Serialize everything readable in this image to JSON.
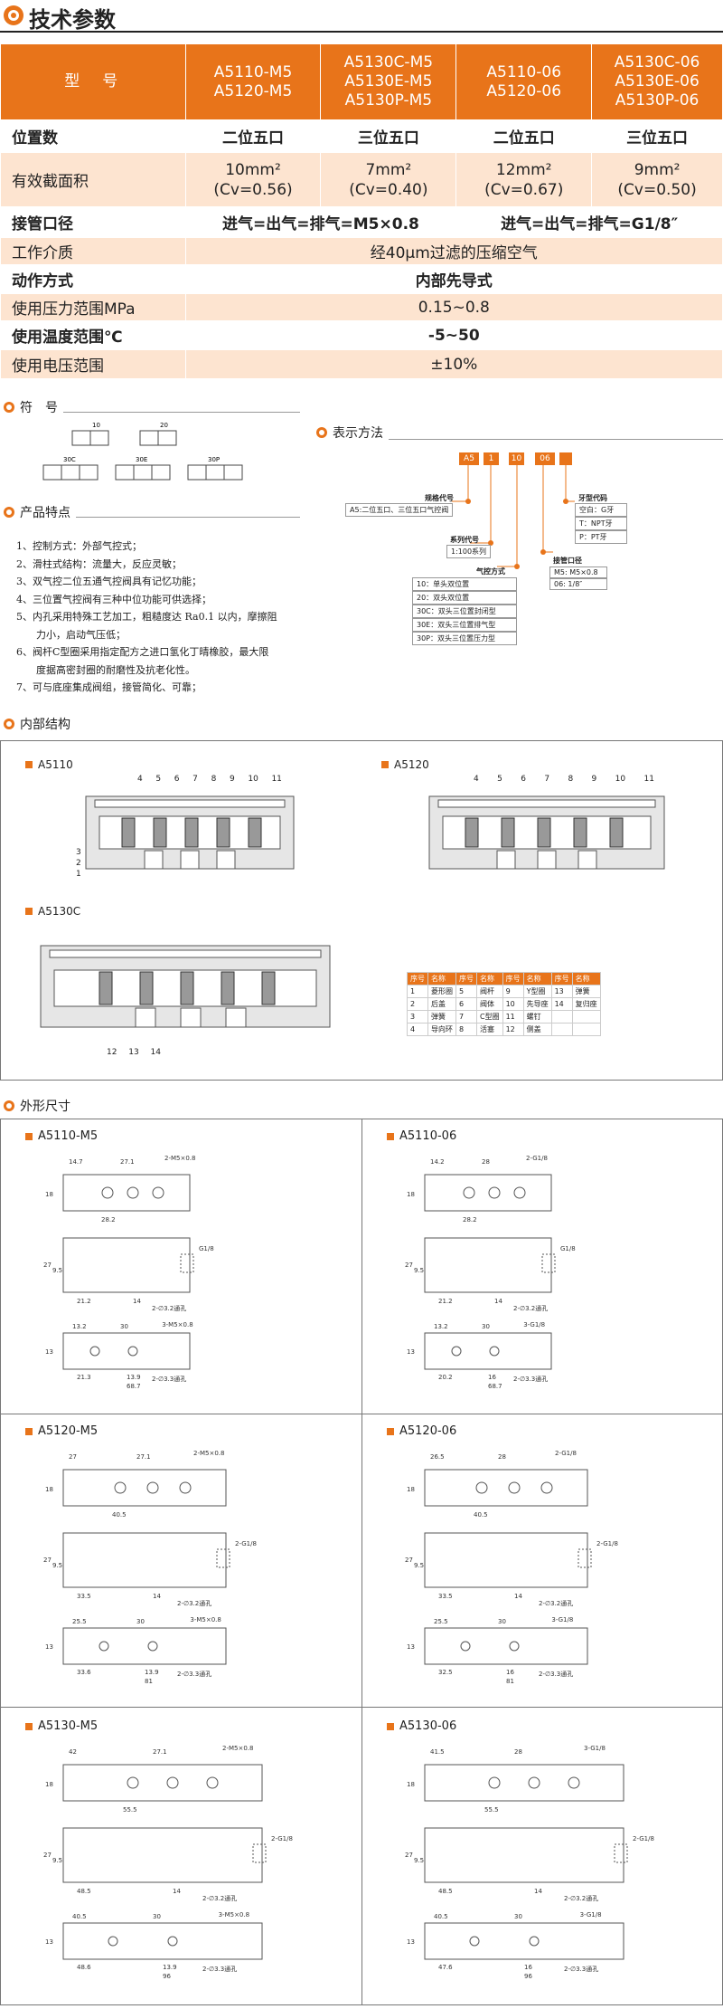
{
  "title": "技术参数",
  "colors": {
    "accent": "#e8741a",
    "light": "#fde4d0"
  },
  "spec": {
    "header": [
      "型　号",
      "A5110-M5\nA5120-M5",
      "A5130C-M5\nA5130E-M5\nA5130P-M5",
      "A5110-06\nA5120-06",
      "A5130C-06\nA5130E-06\nA5130P-06"
    ],
    "position": {
      "label": "位置数",
      "vals": [
        "二位五口",
        "三位五口",
        "二位五口",
        "三位五口"
      ]
    },
    "area": {
      "label": "有效截面积",
      "vals": [
        "10mm²\n(Cv=0.56)",
        "7mm²\n(Cv=0.40)",
        "12mm²\n(Cv=0.67)",
        "9mm²\n(Cv=0.50)"
      ]
    },
    "port": {
      "label": "接管口径",
      "vals": [
        "进气=出气=排气=M5×0.8",
        "进气=出气=排气=G1/8″"
      ]
    },
    "medium": {
      "label": "工作介质",
      "val": "经40μm过滤的压缩空气"
    },
    "action": {
      "label": "动作方式",
      "val": "内部先导式"
    },
    "pressure": {
      "label": "使用压力范围MPa",
      "val": "0.15~0.8"
    },
    "temp": {
      "label": "使用温度范围℃",
      "val": "-5~50"
    },
    "voltage": {
      "label": "使用电压范围",
      "val": "±10%"
    }
  },
  "symbol": {
    "title": "符　号",
    "labels": [
      "10",
      "20",
      "30C",
      "30E",
      "30P"
    ]
  },
  "notation": {
    "title": "表示方法",
    "codes": [
      "A5",
      "1",
      "10",
      "06"
    ],
    "items": [
      {
        "head": "规格代号",
        "body": "A5:二位五口、三位五口气控阀"
      },
      {
        "head": "系列代号",
        "body": "1:100系列"
      },
      {
        "head": "气控方式",
        "body": [
          "10：单头双位置",
          "20：双头双位置",
          "30C：双头三位置封闭型",
          "30E：双头三位置排气型",
          "30P：双头三位置压力型"
        ]
      },
      {
        "head": "接管口径",
        "body": [
          "M5: M5×0.8",
          "06: 1/8″"
        ]
      },
      {
        "head": "牙型代码",
        "body": [
          "空白：G牙",
          "T：NPT牙",
          "P：PT牙"
        ]
      }
    ]
  },
  "features": {
    "title": "产品特点",
    "items": [
      "1、控制方式：外部气控式；",
      "2、滑柱式结构：流量大，反应灵敏；",
      "3、双气控二位五通气控阀具有记忆功能；",
      "4、三位置气控阀有三种中位功能可供选择；",
      "5、内孔采用特殊工艺加工，粗糙度达 Ra0.1 以内，摩擦阻",
      "　　力小，启动气压低；",
      "6、阀杆C型圈采用指定配方之进口氢化丁晴橡胶，最大限",
      "　　度据高密封圈的耐磨性及抗老化性。",
      "7、可与底座集成阀组，接管简化、可靠；"
    ]
  },
  "internal": {
    "title": "内部结构",
    "views": [
      "A5110",
      "A5120",
      "A5130C"
    ],
    "callouts_a": [
      "4",
      "5",
      "6",
      "7",
      "8",
      "9",
      "10",
      "11"
    ],
    "callouts_b": [
      "3",
      "2",
      "1"
    ],
    "callouts_c": [
      "12",
      "13",
      "14"
    ],
    "parts_header": [
      "序号",
      "名称",
      "序号",
      "名称",
      "序号",
      "名称",
      "序号",
      "名称"
    ],
    "parts_rows": [
      [
        "1",
        "菱形圈",
        "5",
        "阀杆",
        "9",
        "Y型圈",
        "13",
        "弹簧"
      ],
      [
        "2",
        "后盖",
        "6",
        "阀体",
        "10",
        "先导座",
        "14",
        "复归座"
      ],
      [
        "3",
        "弹簧",
        "7",
        "C型圈",
        "11",
        "螺钉",
        "",
        ""
      ],
      [
        "4",
        "导向环",
        "8",
        "活塞",
        "12",
        "侧盖",
        "",
        ""
      ]
    ]
  },
  "dims": {
    "title": "外形尺寸",
    "panels": [
      {
        "name": "A5110-M5",
        "top": [
          "14.7",
          "27.1",
          "2-M5×0.8",
          "28.2"
        ],
        "mid": [
          "21.2",
          "14",
          "2-∅3.2通孔",
          "G1/8"
        ],
        "bot": [
          "13.2",
          "30",
          "3-M5×0.8",
          "21.3",
          "13.9",
          "68.7",
          "2-∅3.3通孔"
        ]
      },
      {
        "name": "A5110-06",
        "top": [
          "14.2",
          "28",
          "2-G1/8",
          "28.2"
        ],
        "mid": [
          "21.2",
          "14",
          "2-∅3.2通孔",
          "G1/8"
        ],
        "bot": [
          "13.2",
          "30",
          "3-G1/8",
          "20.2",
          "16",
          "68.7",
          "2-∅3.3通孔"
        ]
      },
      {
        "name": "A5120-M5",
        "top": [
          "27",
          "27.1",
          "2-M5×0.8",
          "40.5"
        ],
        "mid": [
          "33.5",
          "14",
          "2-∅3.2通孔",
          "2-G1/8"
        ],
        "bot": [
          "25.5",
          "30",
          "3-M5×0.8",
          "33.6",
          "13.9",
          "81",
          "2-∅3.3通孔"
        ]
      },
      {
        "name": "A5120-06",
        "top": [
          "26.5",
          "28",
          "2-G1/8",
          "40.5"
        ],
        "mid": [
          "33.5",
          "14",
          "2-∅3.2通孔",
          "2-G1/8"
        ],
        "bot": [
          "25.5",
          "30",
          "3-G1/8",
          "32.5",
          "16",
          "81",
          "2-∅3.3通孔"
        ]
      },
      {
        "name": "A5130-M5",
        "top": [
          "42",
          "27.1",
          "2-M5×0.8",
          "55.5"
        ],
        "mid": [
          "48.5",
          "14",
          "2-∅3.2通孔",
          "2-G1/8"
        ],
        "bot": [
          "40.5",
          "30",
          "3-M5×0.8",
          "48.6",
          "13.9",
          "96",
          "2-∅3.3通孔"
        ]
      },
      {
        "name": "A5130-06",
        "top": [
          "41.5",
          "28",
          "3-G1/8",
          "55.5"
        ],
        "mid": [
          "48.5",
          "14",
          "2-∅3.2通孔",
          "2-G1/8"
        ],
        "bot": [
          "40.5",
          "30",
          "3-G1/8",
          "47.6",
          "16",
          "96",
          "2-∅3.3通孔"
        ]
      }
    ],
    "heights": [
      "18",
      "27",
      "9.5",
      "13"
    ]
  }
}
